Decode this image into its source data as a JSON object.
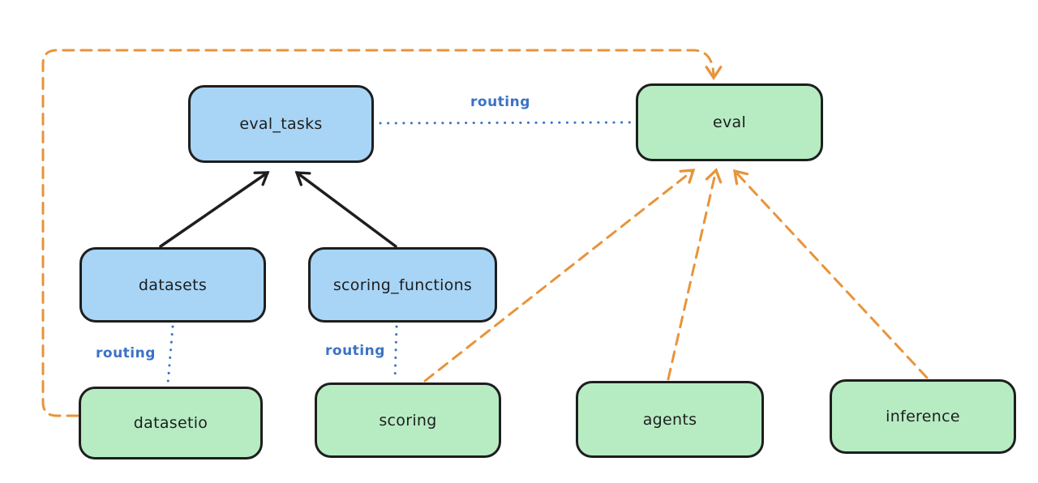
{
  "diagram": {
    "description": "routing diagram between resource registries and API providers",
    "colors": {
      "blue_node_fill": "#a8d5f6",
      "green_node_fill": "#b7ecc3",
      "node_stroke": "#1e1e1e",
      "orange_edge": "#e8943a",
      "routing_blue": "#3b72c6",
      "background": "#ffffff"
    },
    "nodes": {
      "eval_tasks": {
        "label": "eval_tasks",
        "fill": "blue"
      },
      "eval": {
        "label": "eval",
        "fill": "green"
      },
      "datasets": {
        "label": "datasets",
        "fill": "blue"
      },
      "scoring_functions": {
        "label": "scoring_functions",
        "fill": "blue"
      },
      "datasetio": {
        "label": "datasetio",
        "fill": "green"
      },
      "scoring": {
        "label": "scoring",
        "fill": "green"
      },
      "agents": {
        "label": "agents",
        "fill": "green"
      },
      "inference": {
        "label": "inference",
        "fill": "green"
      }
    },
    "edge_labels": {
      "routing_eval_tasks_eval": "routing",
      "routing_datasets_datasetio": "routing",
      "routing_scoring_functions_scoring": "routing"
    },
    "edges": [
      {
        "from": "datasets",
        "to": "eval_tasks",
        "style": "solid",
        "color": "black",
        "arrow": true
      },
      {
        "from": "scoring_functions",
        "to": "eval_tasks",
        "style": "solid",
        "color": "black",
        "arrow": true
      },
      {
        "from": "eval_tasks",
        "to": "eval",
        "style": "dotted",
        "color": "blue",
        "label": "routing",
        "arrow": false
      },
      {
        "from": "datasets",
        "to": "datasetio",
        "style": "dotted",
        "color": "blue",
        "label": "routing",
        "arrow": false
      },
      {
        "from": "scoring_functions",
        "to": "scoring",
        "style": "dotted",
        "color": "blue",
        "label": "routing",
        "arrow": false
      },
      {
        "from": "datasetio",
        "to": "eval",
        "style": "dashed",
        "color": "orange",
        "arrow": true,
        "route": "left-up-over-top"
      },
      {
        "from": "scoring",
        "to": "eval",
        "style": "dashed",
        "color": "orange",
        "arrow": true
      },
      {
        "from": "agents",
        "to": "eval",
        "style": "dashed",
        "color": "orange",
        "arrow": true
      },
      {
        "from": "inference",
        "to": "eval",
        "style": "dashed",
        "color": "orange",
        "arrow": true
      }
    ]
  }
}
